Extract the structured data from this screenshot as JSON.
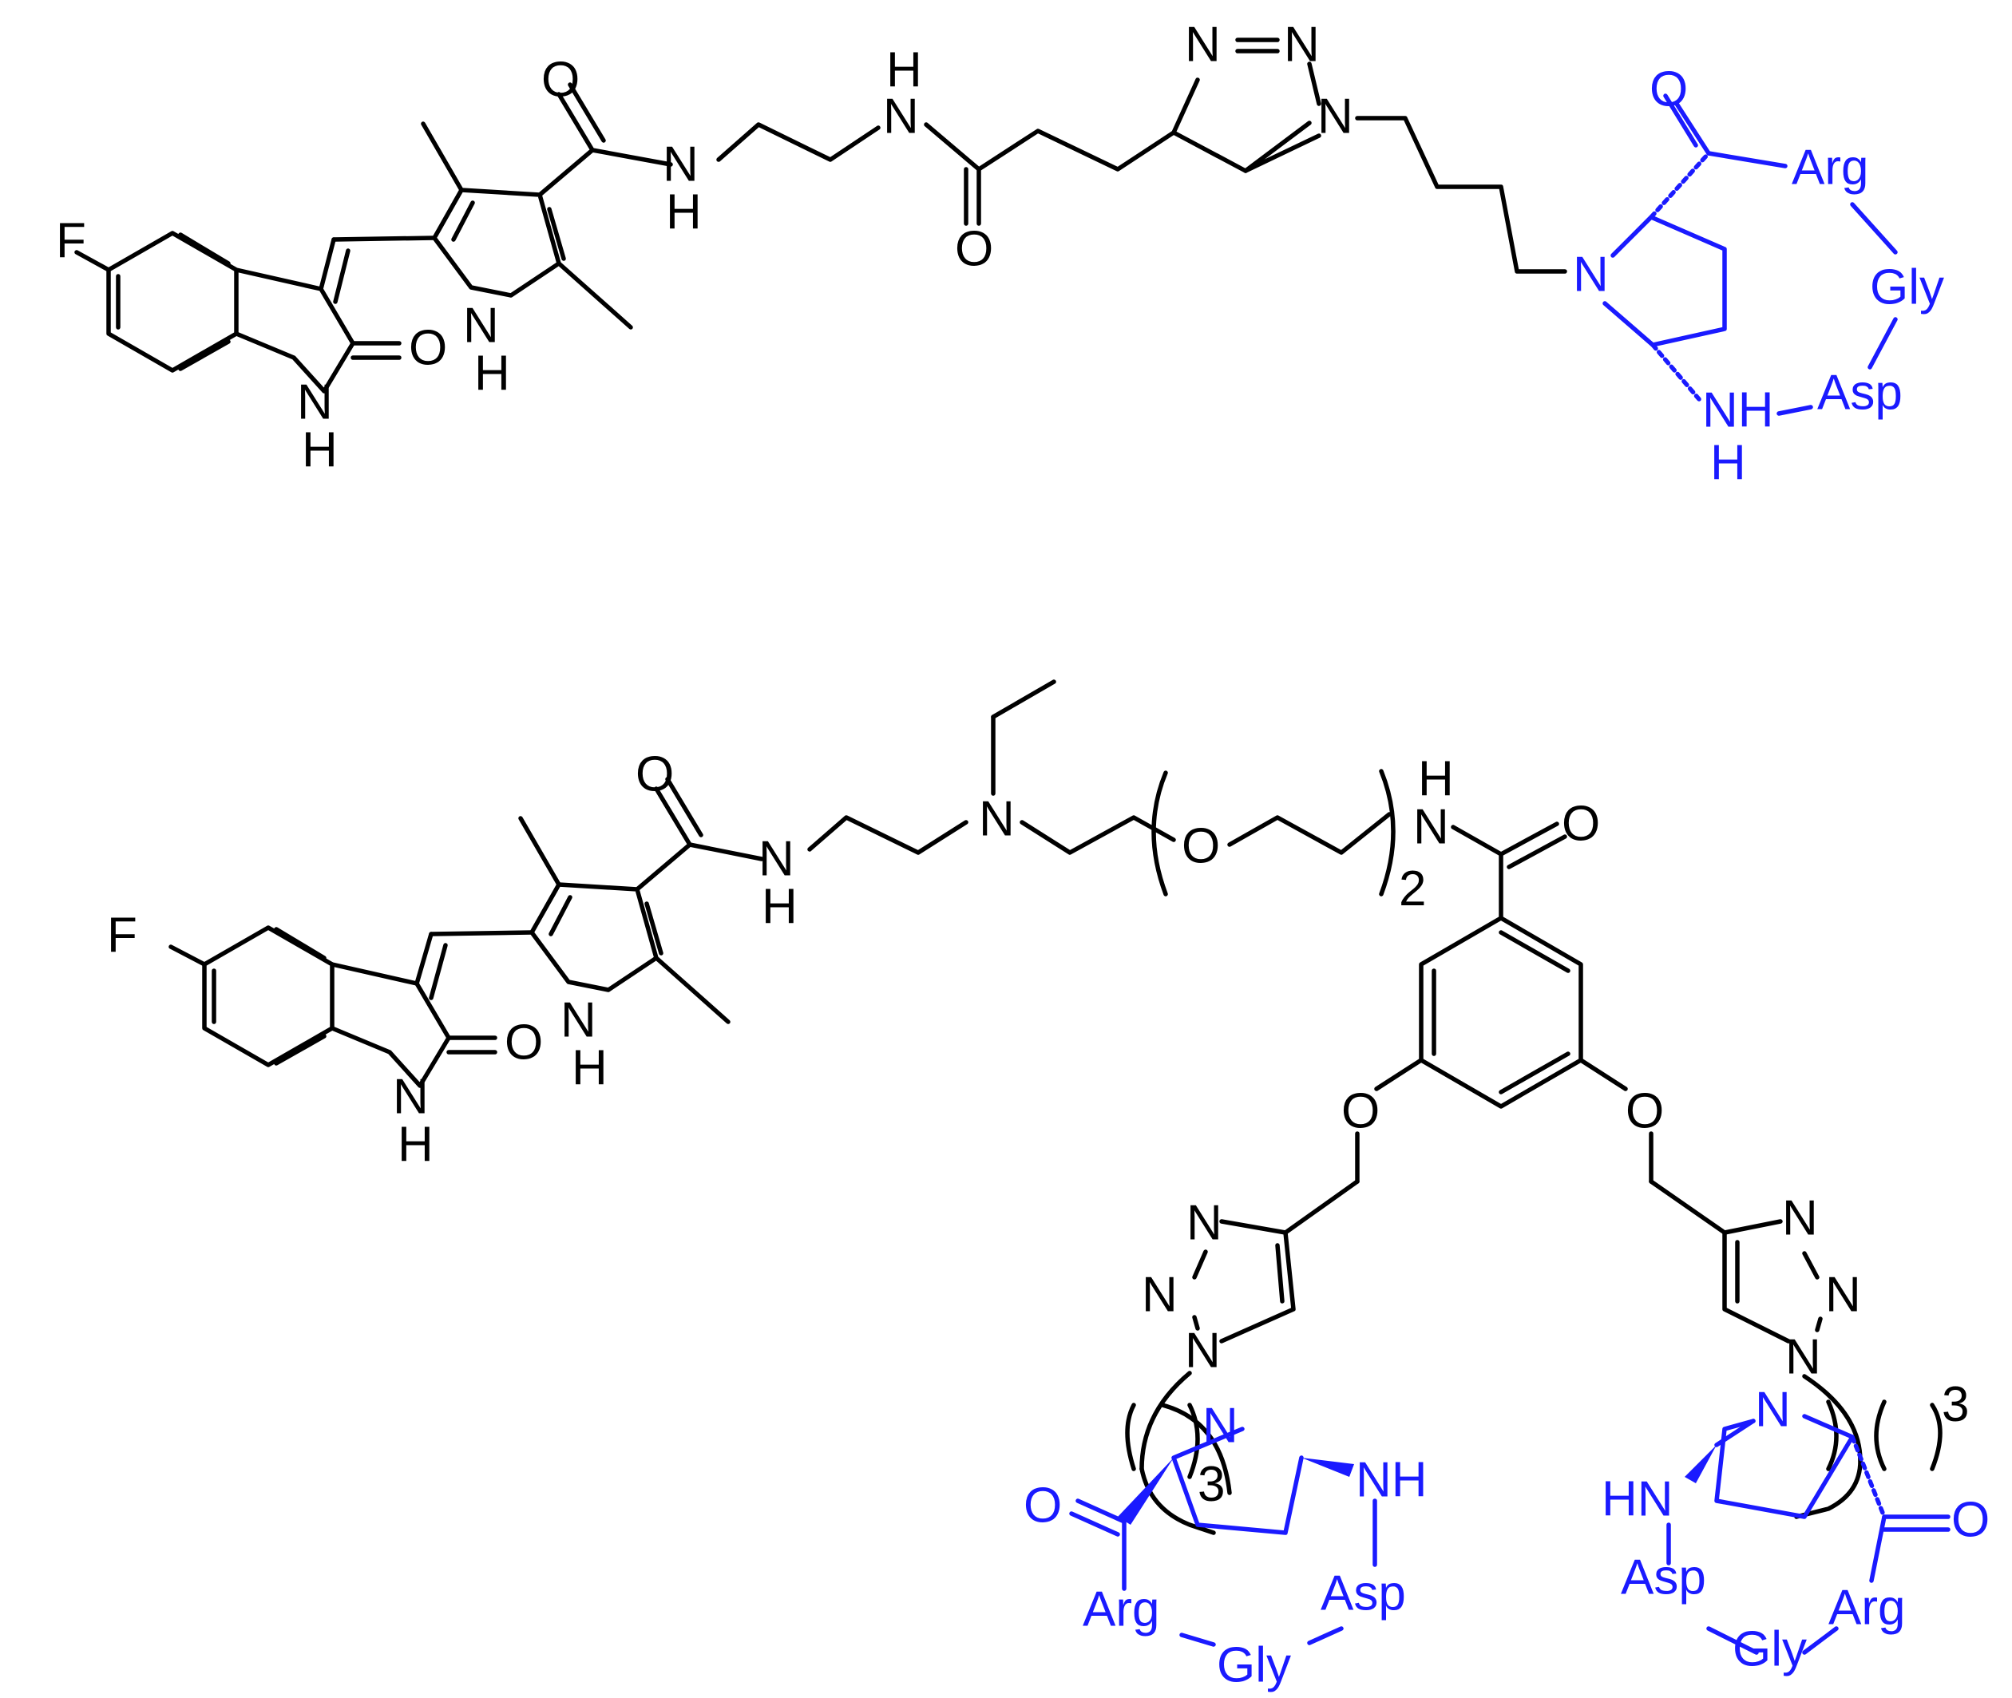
{
  "colors": {
    "structure": "#000000",
    "peptide": "#1a1aff"
  },
  "labels": {
    "F": "F",
    "O": "O",
    "N": "N",
    "H": "H",
    "NH": "NH",
    "HN": "HN",
    "Arg": "Arg",
    "Gly": "Gly",
    "Asp": "Asp",
    "n2": "2",
    "n3": "3"
  }
}
